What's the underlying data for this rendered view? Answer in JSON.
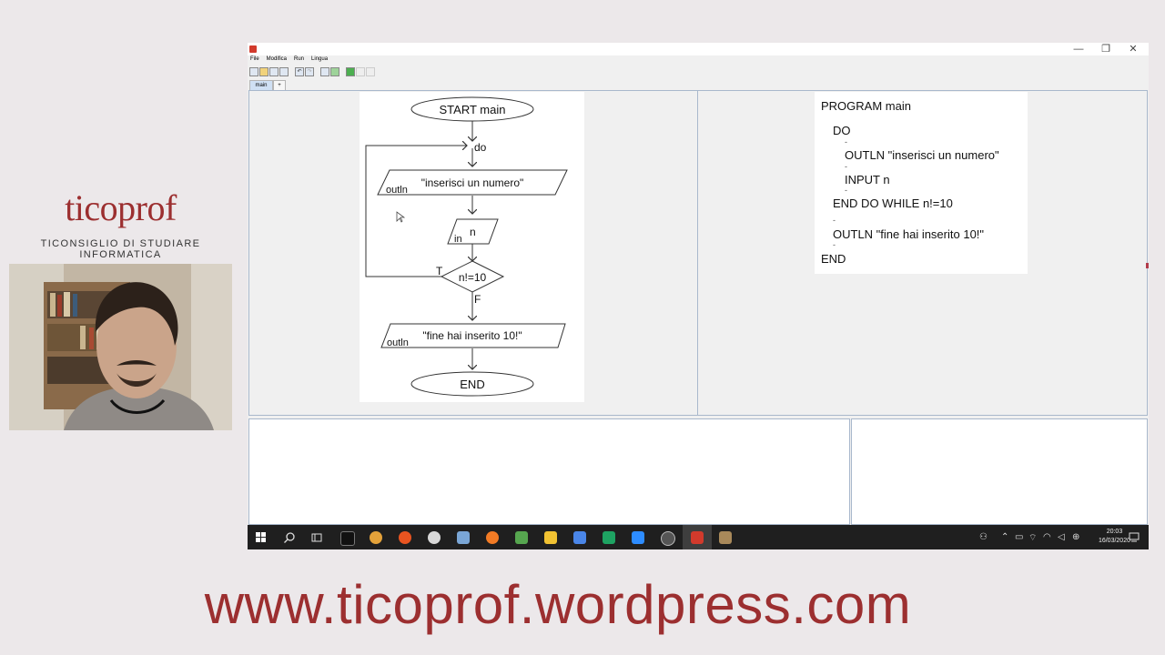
{
  "brand": {
    "title": "ticoprof",
    "subtitle": "TICONSIGLIO DI STUDIARE INFORMATICA"
  },
  "website": "www.ticoprof.wordpress.com",
  "app": {
    "menu": [
      "File",
      "Modifica",
      "Run",
      "Lingua"
    ],
    "window_controls": [
      "—",
      "❐",
      "✕"
    ],
    "tabs": [
      {
        "label": "main",
        "active": true
      },
      {
        "label": "+",
        "active": false
      }
    ]
  },
  "flowchart": {
    "start": "START main",
    "do_label": "do",
    "output1_keyword": "outln",
    "output1_text": "\"inserisci un numero\"",
    "input_keyword": "in",
    "input_var": "n",
    "condition": "n!=10",
    "true_label": "T",
    "false_label": "F",
    "output2_keyword": "outln",
    "output2_text": "\"fine hai inserito 10!\"",
    "end": "END"
  },
  "code": {
    "lines": [
      "PROGRAM main",
      "DO",
      "OUTLN \"inserisci un numero\"",
      "INPUT n",
      "END DO WHILE n!=10",
      "OUTLN \"fine hai inserito 10!\"",
      "END"
    ]
  },
  "taskbar": {
    "time": "20:03",
    "date": "16/03/2020",
    "icons": [
      "windows-start",
      "search",
      "task-view",
      "terminal",
      "chrome",
      "ubuntu",
      "music",
      "paint",
      "firefox",
      "apps",
      "file-explorer",
      "docs",
      "sheets",
      "zoom",
      "obs",
      "flowchart-app",
      "archive"
    ],
    "colors": {
      "chrome": "#e4a23a",
      "ubuntu": "#e95420",
      "firefox": "#f27b25",
      "sheets": "#1ea362",
      "docs": "#4a86e8",
      "zoom": "#2d8cff",
      "flowchart_app": "#d23a2c"
    }
  },
  "colors": {
    "brand_red": "#9c2f30",
    "background": "#ece8ea",
    "pane_border": "#a9b8cc"
  }
}
